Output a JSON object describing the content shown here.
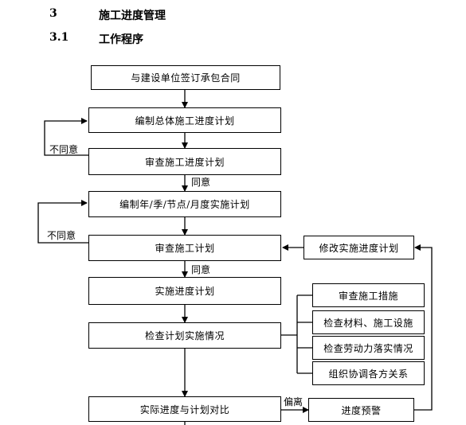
{
  "heading": {
    "section_number": "3",
    "section_title": "施工进度管理",
    "subsection_number": "3.1",
    "subsection_title": "工作程序"
  },
  "flowchart": {
    "boxes": {
      "sign_contract": "与建设单位签订承包合同",
      "prepare_master_plan": "编制总体施工进度计划",
      "review_master_plan": "审查施工进度计划",
      "prepare_periodic_plan": "编制年/季/节点/月度实施计划",
      "review_plan": "审查施工计划",
      "revise_plan": "修改实施进度计划",
      "execute_plan": "实施进度计划",
      "check_execution": "检查计划实施情况",
      "check_measures": "审查施工措施",
      "check_materials": "检查材料、施工设施",
      "check_labor": "检查劳动力落实情况",
      "coordinate": "组织协调各方关系",
      "compare_actual": "实际进度与计划对比",
      "warning": "进度预警"
    },
    "labels": {
      "disagree_1": "不同意",
      "agree_1": "同意",
      "disagree_2": "不同意",
      "agree_2": "同意",
      "deviation": "偏离"
    }
  }
}
